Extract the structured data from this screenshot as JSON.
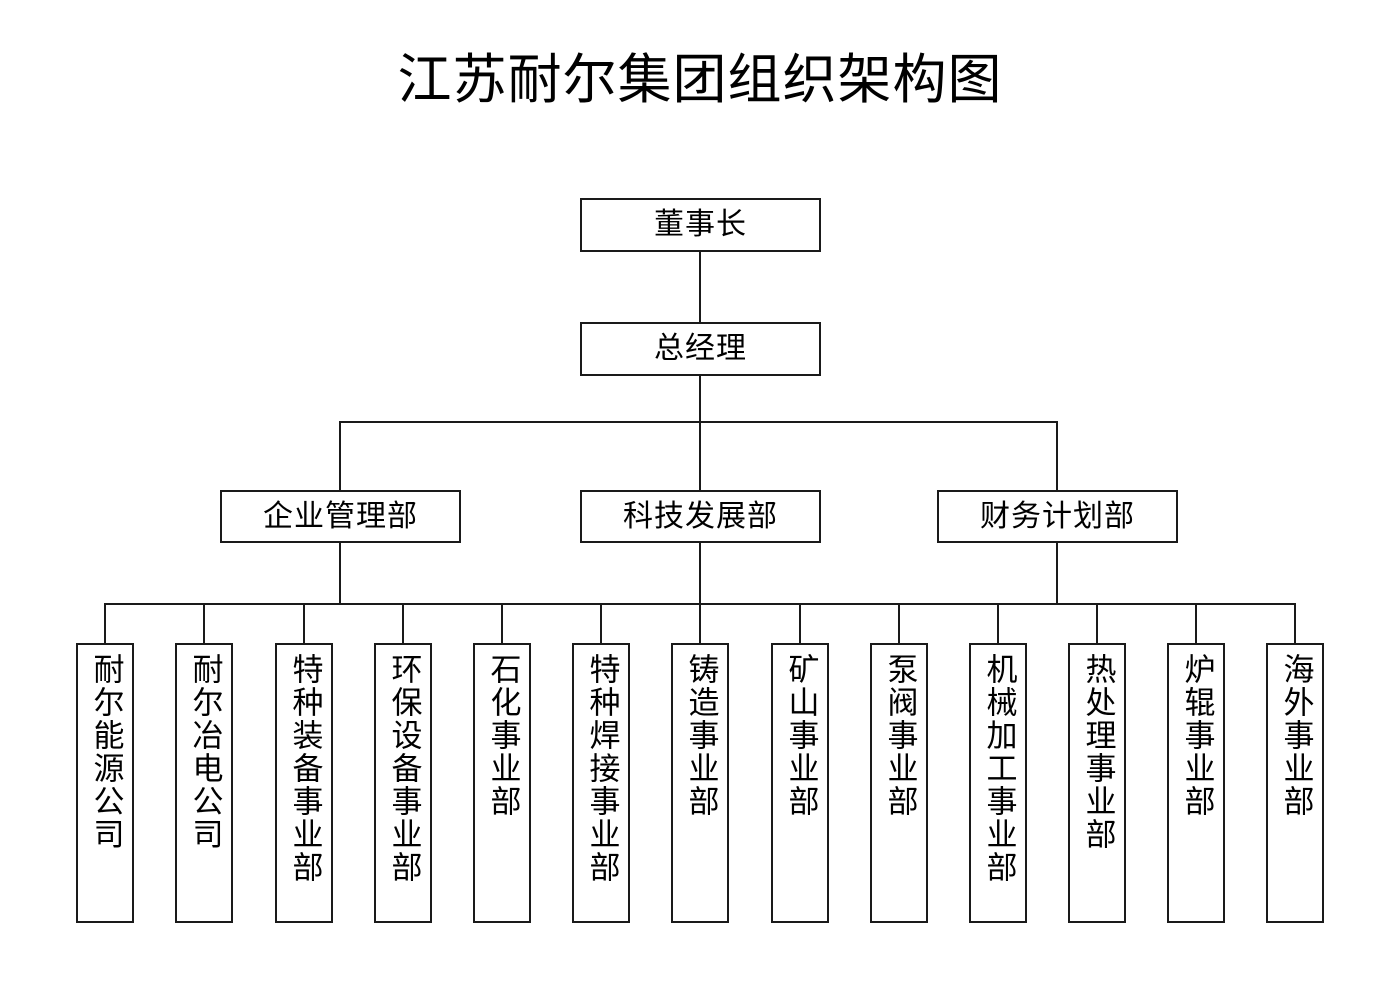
{
  "title": "江苏耐尔集团组织架构图",
  "colors": {
    "line": "#1a1a1a",
    "background": "#ffffff",
    "text": "#000000"
  },
  "chart_data": {
    "type": "diagram",
    "diagram_kind": "organizational-chart",
    "title": "江苏耐尔集团组织架构图",
    "orientation": "top-down",
    "levels": 4,
    "nodes": [
      {
        "id": "chairman",
        "label": "董事长",
        "level": 1,
        "parent": null
      },
      {
        "id": "gm",
        "label": "总经理",
        "level": 2,
        "parent": "chairman"
      },
      {
        "id": "dept-1",
        "label": "企业管理部",
        "level": 3,
        "parent": "gm"
      },
      {
        "id": "dept-2",
        "label": "科技发展部",
        "level": 3,
        "parent": "gm"
      },
      {
        "id": "dept-3",
        "label": "财务计划部",
        "level": 3,
        "parent": "gm"
      },
      {
        "id": "unit-1",
        "label": "耐尔能源公司",
        "level": 4,
        "parent": "gm"
      },
      {
        "id": "unit-2",
        "label": "耐尔冶电公司",
        "level": 4,
        "parent": "gm"
      },
      {
        "id": "unit-3",
        "label": "特种装备事业部",
        "level": 4,
        "parent": "gm"
      },
      {
        "id": "unit-4",
        "label": "环保设备事业部",
        "level": 4,
        "parent": "gm"
      },
      {
        "id": "unit-5",
        "label": "石化事业部",
        "level": 4,
        "parent": "gm"
      },
      {
        "id": "unit-6",
        "label": "特种焊接事业部",
        "level": 4,
        "parent": "gm"
      },
      {
        "id": "unit-7",
        "label": "铸造事业部",
        "level": 4,
        "parent": "gm"
      },
      {
        "id": "unit-8",
        "label": "矿山事业部",
        "level": 4,
        "parent": "gm"
      },
      {
        "id": "unit-9",
        "label": "泵阀事业部",
        "level": 4,
        "parent": "gm"
      },
      {
        "id": "unit-10",
        "label": "机械加工事业部",
        "level": 4,
        "parent": "gm"
      },
      {
        "id": "unit-11",
        "label": "热处理事业部",
        "level": 4,
        "parent": "gm"
      },
      {
        "id": "unit-12",
        "label": "炉辊事业部",
        "level": 4,
        "parent": "gm"
      },
      {
        "id": "unit-13",
        "label": "海外事业部",
        "level": 4,
        "parent": "gm"
      }
    ],
    "edges": [
      {
        "from": "chairman",
        "to": "gm"
      },
      {
        "from": "gm",
        "to": "dept-1"
      },
      {
        "from": "gm",
        "to": "dept-2"
      },
      {
        "from": "gm",
        "to": "dept-3"
      },
      {
        "from": "dept-1",
        "to": "unit-bus"
      },
      {
        "from": "dept-2",
        "to": "unit-bus"
      },
      {
        "from": "dept-3",
        "to": "unit-bus"
      },
      {
        "from": "unit-bus",
        "to": "unit-1"
      },
      {
        "from": "unit-bus",
        "to": "unit-2"
      },
      {
        "from": "unit-bus",
        "to": "unit-3"
      },
      {
        "from": "unit-bus",
        "to": "unit-4"
      },
      {
        "from": "unit-bus",
        "to": "unit-5"
      },
      {
        "from": "unit-bus",
        "to": "unit-6"
      },
      {
        "from": "unit-bus",
        "to": "unit-7"
      },
      {
        "from": "unit-bus",
        "to": "unit-8"
      },
      {
        "from": "unit-bus",
        "to": "unit-9"
      },
      {
        "from": "unit-bus",
        "to": "unit-10"
      },
      {
        "from": "unit-bus",
        "to": "unit-11"
      },
      {
        "from": "unit-bus",
        "to": "unit-12"
      },
      {
        "from": "unit-bus",
        "to": "unit-13"
      }
    ]
  },
  "executives": {
    "chairman": "董事长",
    "general_manager": "总经理"
  },
  "departments": [
    {
      "label": "企业管理部"
    },
    {
      "label": "科技发展部"
    },
    {
      "label": "财务计划部"
    }
  ],
  "units": [
    {
      "label": "耐尔能源公司"
    },
    {
      "label": "耐尔冶电公司"
    },
    {
      "label": "特种装备事业部"
    },
    {
      "label": "环保设备事业部"
    },
    {
      "label": "石化事业部"
    },
    {
      "label": "特种焊接事业部"
    },
    {
      "label": "铸造事业部"
    },
    {
      "label": "矿山事业部"
    },
    {
      "label": "泵阀事业部"
    },
    {
      "label": "机械加工事业部"
    },
    {
      "label": "热处理事业部"
    },
    {
      "label": "炉辊事业部"
    },
    {
      "label": "海外事业部"
    }
  ]
}
